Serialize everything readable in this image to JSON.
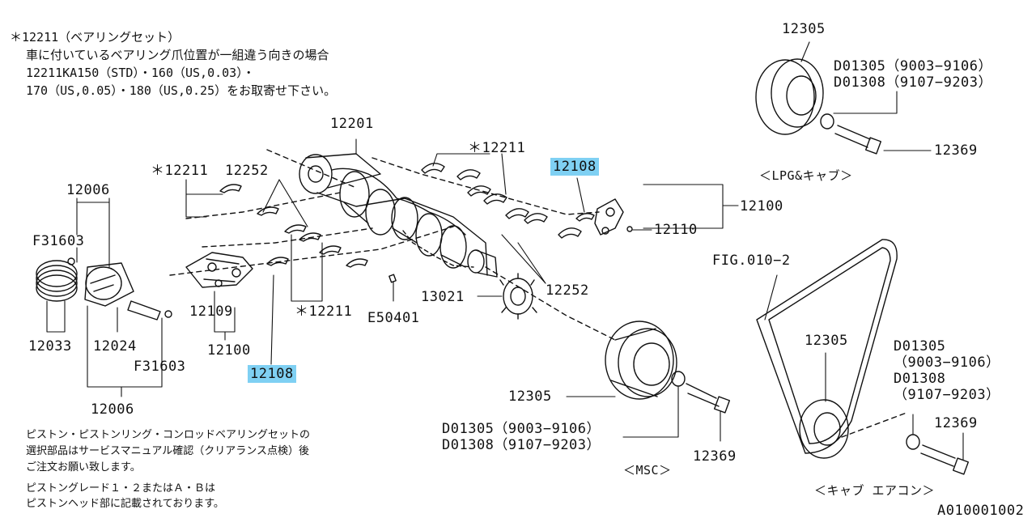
{
  "note_top": [
    "＊12211（ベアリングセット）",
    "車に付いているベアリング爪位置が一組違う向きの場合",
    "12211KA150（STD）・160（US,0.03）・",
    "170（US,0.05）・180（US,0.25）をお取寄せ下さい。"
  ],
  "note_bottom": [
    "ピストン・ピストンリング・コンロッドベアリングセットの",
    "選択部品はサービスマニュアル確認（クリアランス点検）後",
    "ご注文お願い致します。",
    "ピストングレード１・２またはＡ・Ｂは",
    "ピストンヘッド部に記載されております。"
  ],
  "labels": {
    "p12201": "12201",
    "p12211_top": "＊12211",
    "p12211_left": "＊12211",
    "p12211_bottom": "＊12211",
    "p12252_top": "12252",
    "p12252_bottom": "12252",
    "p12108_top": "12108",
    "p12108_bottom": "12108",
    "p12100_right": "12100",
    "p12110": "12110",
    "p12006_top": "12006",
    "p12006_bottom": "12006",
    "pF31603_top": "F31603",
    "pF31603_bottom": "F31603",
    "p12033": "12033",
    "p12024": "12024",
    "p12109": "12109",
    "p12100_left": "12100",
    "p13021": "13021",
    "pE50401": "E50401",
    "p12305_top": "12305",
    "pD01305_top": "D01305（9003−9106）",
    "pD01308_top": "D01308（9107−9203）",
    "p12369_top": "12369",
    "caption_lpg": "＜LPG&キャブ＞",
    "pFIG": "FIG.010−2",
    "p12305_right": "12305",
    "pD01305_right": "D01305",
    "pD01305_right_range": "（9003−9106）",
    "pD01308_right": "D01308",
    "pD01308_right_range": "（9107−9203）",
    "p12369_right": "12369",
    "caption_aircon": "＜キャブ エアコン＞",
    "p12305_mid": "12305",
    "pD01305_mid": "D01305（9003−9106）",
    "pD01308_mid": "D01308（9107−9203）",
    "p12369_mid": "12369",
    "caption_msc": "＜MSC＞",
    "figure_id": "A010001002"
  },
  "colors": {
    "highlight": "#7fd0f3",
    "line": "#111111"
  }
}
